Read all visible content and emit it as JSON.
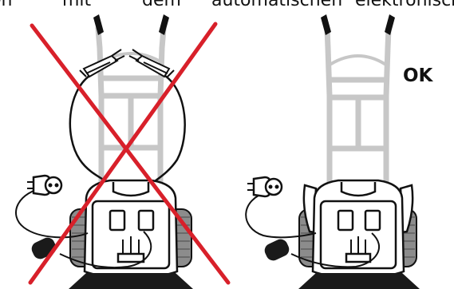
{
  "header": {
    "words": [
      "en",
      "mit",
      "dem",
      "automatischen",
      "elektronischen"
    ]
  },
  "panels": {
    "left": {
      "status": "not allowed",
      "mark_color": "#d8202a"
    },
    "right": {
      "label": "OK"
    }
  },
  "colors": {
    "frame": "#c7c7c7",
    "line": "#111111",
    "body_fill": "#ffffff",
    "wheel": "#8c8c8c",
    "base": "#1a1a1a"
  }
}
